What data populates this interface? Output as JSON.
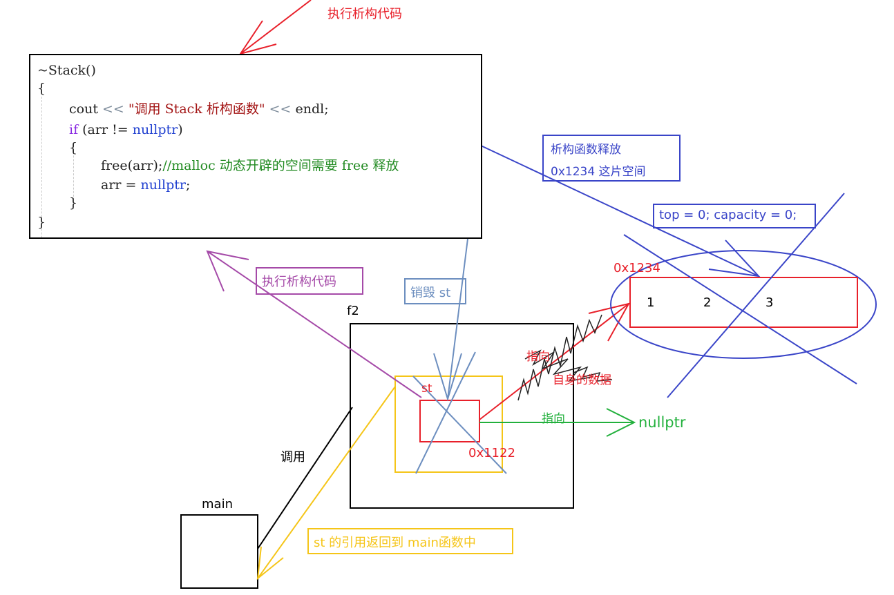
{
  "labels": {
    "top_exec": "执行析构代码",
    "purple_exec": "执行析构代码",
    "destroy_st": "销毁 st",
    "release_line1": "析构函数释放",
    "release_line2": "0x1234  这片空间",
    "top_cap": "top = 0; capacity = 0;",
    "addr_heap": "0x1234",
    "addr_st": "0x1122",
    "f2": "f2",
    "main": "main",
    "st": "st",
    "call": "调用",
    "point_red": "指向",
    "own_data": "自身的数据",
    "point_green": "指向",
    "nullptr": "nullptr",
    "return_ref": "st 的引用返回到 main函数中"
  },
  "array_values": [
    "1",
    "2",
    "3"
  ],
  "code": {
    "l1": "~Stack()",
    "l2": "{",
    "l3_a": "cout ",
    "l3_op1": "<< ",
    "l3_str": "\"调用 Stack 析构函数\"",
    "l3_op2": " << ",
    "l3_b": "endl;",
    "l4_kw": "if",
    "l4_a": " (arr != ",
    "l4_null": "nullptr",
    "l4_b": ")",
    "l5": "{",
    "l6_a": "free(arr);",
    "l6_cmt": "//malloc 动态开辟的空间需要 free 释放",
    "l7_a": "arr = ",
    "l7_null": "nullptr",
    "l7_b": ";",
    "l8": "}",
    "l9": "}"
  },
  "colors": {
    "red": "#e8202a",
    "blue": "#3a45c8",
    "steel": "#6c8ebf",
    "purple": "#a54aa8",
    "yellow": "#f5c518",
    "green": "#22b03c",
    "black": "#000000"
  }
}
